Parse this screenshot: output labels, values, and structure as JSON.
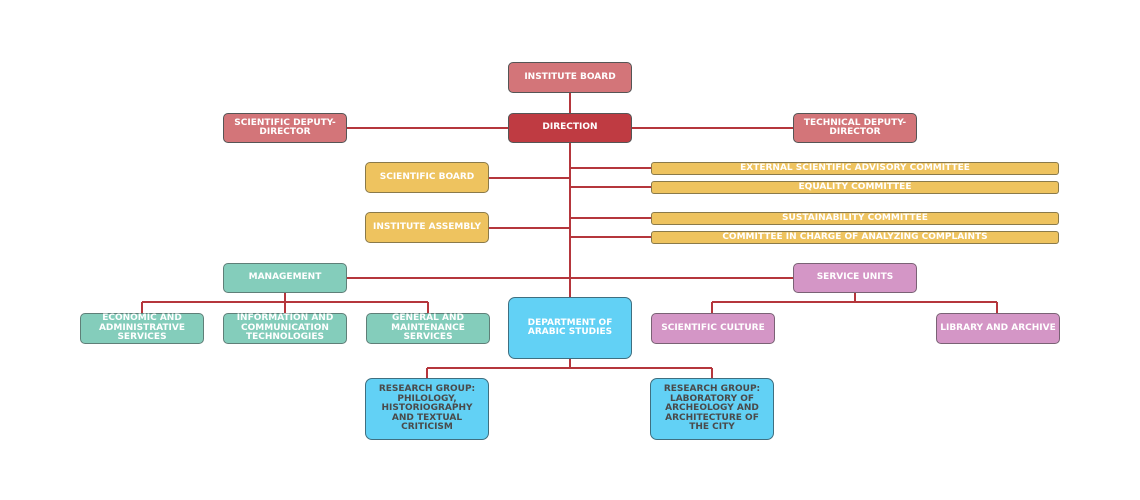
{
  "top": {
    "institute_board": "INSTITUTE BOARD",
    "direction": "DIRECTION",
    "scientific_deputy": "SCIENTIFIC DEPUTY-DIRECTOR",
    "technical_deputy": "TECHNICAL DEPUTY-DIRECTOR"
  },
  "left_bodies": {
    "scientific_board": "SCIENTIFIC BOARD",
    "institute_assembly": "INSTITUTE ASSEMBLY"
  },
  "committees": [
    "EXTERNAL SCIENTIFIC ADVISORY COMMITTEE",
    "EQUALITY COMMITTEE",
    "SUSTAINABILITY COMMITTEE",
    "COMMITTEE IN CHARGE OF ANALYZING COMPLAINTS"
  ],
  "management": {
    "label": "MANAGEMENT",
    "children": [
      "ECONOMIC AND ADMINISTRATIVE SERVICES",
      "INFORMATION AND COMMUNICATION TECHNOLOGIES",
      "GENERAL AND MAINTENANCE SERVICES"
    ]
  },
  "service_units": {
    "label": "SERVICE UNITS",
    "children": [
      "SCIENTIFIC CULTURE",
      "LIBRARY AND ARCHIVE"
    ]
  },
  "department": {
    "label": "DEPARTMENT OF ARABIC STUDIES",
    "research_groups": [
      "RESEARCH GROUP: PHILOLOGY, HISTORIOGRAPHY AND TEXTUAL CRITICISM",
      "RESEARCH GROUP: LABORATORY OF ARCHEOLOGY AND ARCHITECTURE OF THE CITY"
    ]
  },
  "colors": {
    "connector": "#b5363c",
    "governance": "#d37579",
    "direction": "#bf3b42",
    "advisory": "#eec35f",
    "management": "#84cdbb",
    "service": "#d496c6",
    "research": "#62d1f5"
  }
}
